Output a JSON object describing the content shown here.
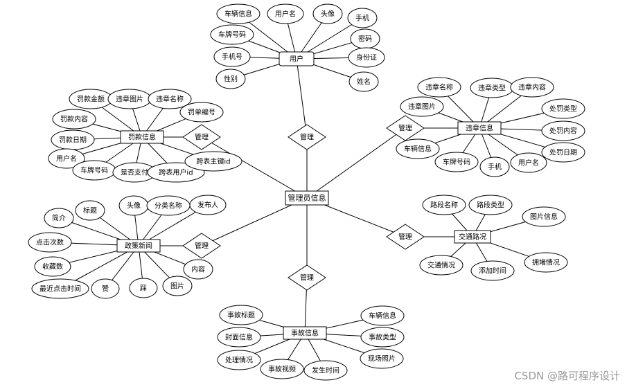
{
  "center": "管理员信息",
  "entities": [
    {
      "id": "user",
      "name": "用户",
      "relation": "管理",
      "attributes": [
        "车辆信息",
        "用户名",
        "头像",
        "手机",
        "车牌号码",
        "密码",
        "手机号",
        "身份证",
        "性别",
        "姓名"
      ]
    },
    {
      "id": "fine",
      "name": "罚款信息",
      "relation": "管理",
      "attributes": [
        "罚款金额",
        "违章图片",
        "违章名称",
        "罚单编号",
        "罚款内容",
        "罚款日期",
        "用户名",
        "车牌号码",
        "是否支付",
        "跨表用户id",
        "跨表主键id"
      ]
    },
    {
      "id": "violation",
      "name": "违章信息",
      "relation": "管理",
      "attributes": [
        "违章名称",
        "违章类型",
        "违章内容",
        "违章图片",
        "处罚类型",
        "处罚内容",
        "处罚日期",
        "车辆信息",
        "车牌号码",
        "手机",
        "用户名"
      ]
    },
    {
      "id": "policy",
      "name": "政策新闻",
      "relation": "管理",
      "attributes": [
        "标题",
        "头像",
        "分类名称",
        "发布人",
        "简介",
        "点击次数",
        "收藏数",
        "最近点击时间",
        "赞",
        "踩",
        "图片",
        "内容"
      ]
    },
    {
      "id": "traffic",
      "name": "交通路况",
      "relation": "管理",
      "attributes": [
        "路段名称",
        "路段类型",
        "图片信息",
        "交通情况",
        "添加时间",
        "拥堵情况"
      ]
    },
    {
      "id": "accident",
      "name": "事故信息",
      "relation": "管理",
      "attributes": [
        "事故标题",
        "封面信息",
        "处理情况",
        "事故视频",
        "发生时间",
        "车辆信息",
        "事故类型",
        "现场照片"
      ]
    }
  ],
  "watermark": "CSDN @路可程序设计"
}
